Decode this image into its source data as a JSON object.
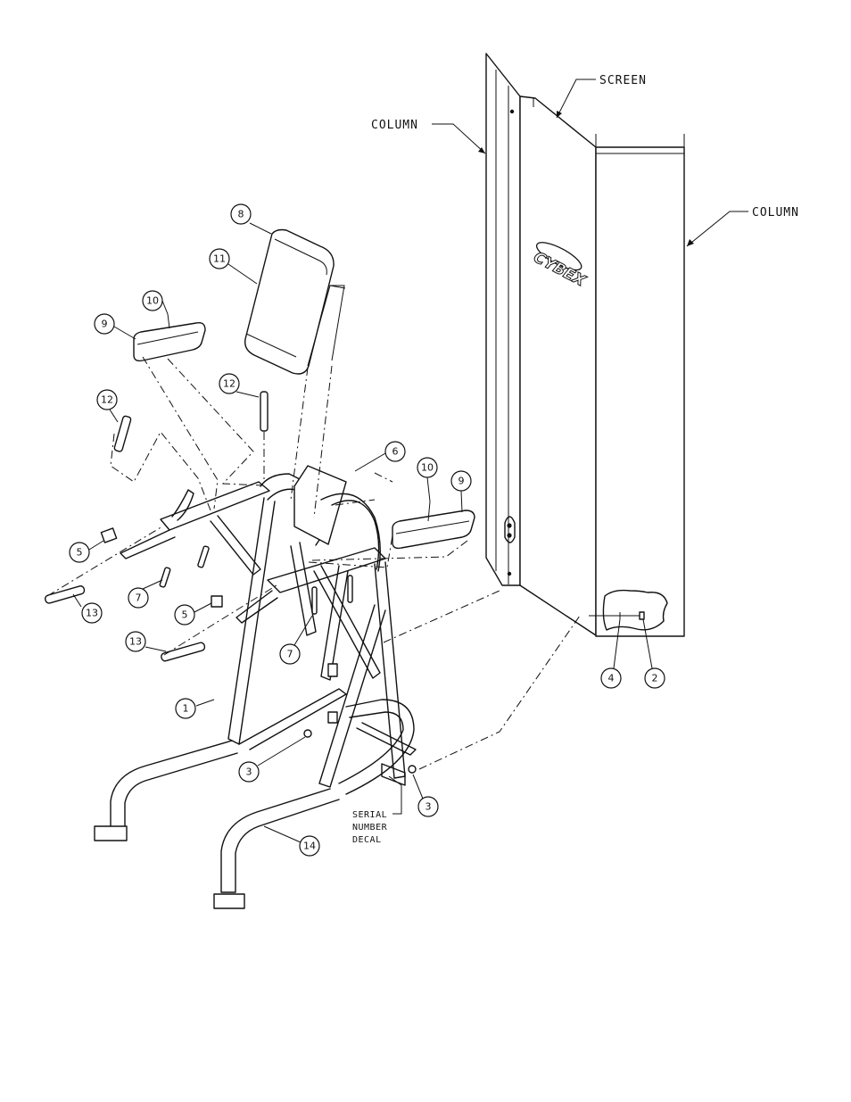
{
  "labels": {
    "screen": "SCREEN",
    "column_left": "COLUMN",
    "column_right": "COLUMN",
    "serial_line1": "SERIAL",
    "serial_line2": "NUMBER",
    "serial_line3": "DECAL",
    "logo": "CYBEX"
  },
  "callouts": [
    "8",
    "11",
    "10",
    "9",
    "12",
    "12",
    "6",
    "10",
    "9",
    "5",
    "7",
    "7",
    "5",
    "13",
    "13",
    "1",
    "3",
    "3",
    "14",
    "4",
    "2"
  ]
}
